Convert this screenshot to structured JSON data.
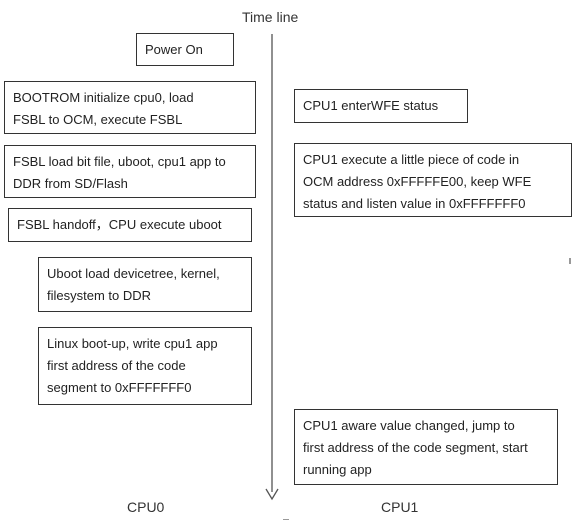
{
  "timeline_label": "Time line",
  "cpu0_label": "CPU0",
  "cpu1_label": "CPU1",
  "cpu0_steps": [
    "Power On",
    "BOOTROM initialize cpu0, load\nFSBL to OCM, execute FSBL",
    "FSBL load bit file, uboot, cpu1 app to\nDDR from SD/Flash",
    "FSBL handoff，CPU execute uboot",
    "Uboot load devicetree, kernel,\nfilesystem to DDR",
    "Linux boot-up, write cpu1 app\nfirst address of the code\nsegment to 0xFFFFFFF0"
  ],
  "cpu1_steps": [
    "CPU1 enterWFE status",
    "CPU1 execute a little piece of code in\nOCM address 0xFFFFFE00, keep WFE\nstatus and listen value in 0xFFFFFFF0",
    "CPU1 aware value changed, jump to\nfirst address of the code segment, start\nrunning app"
  ],
  "colors": {
    "border": "#333333",
    "text": "#222222",
    "timeline": "#555555"
  }
}
